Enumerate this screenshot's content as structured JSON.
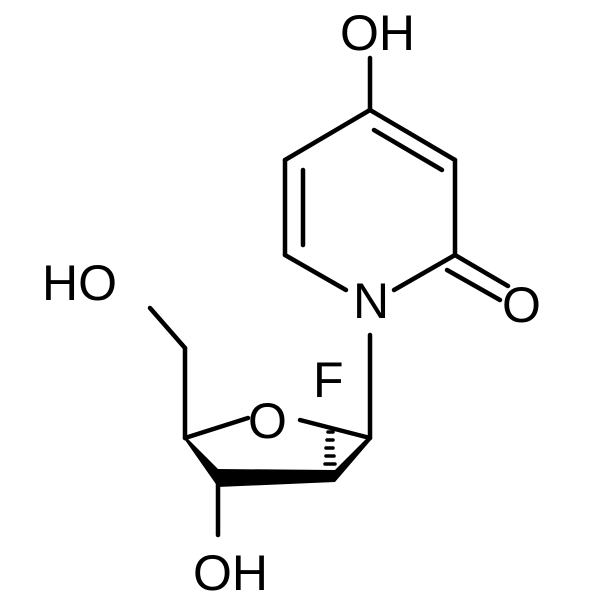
{
  "molecule": {
    "labels": {
      "oh_top": "OH",
      "n_ring": "N",
      "o_carbonyl": "O",
      "ho_left": "HO",
      "f": "F",
      "o_ring": "O",
      "oh_bottom": "OH"
    }
  }
}
